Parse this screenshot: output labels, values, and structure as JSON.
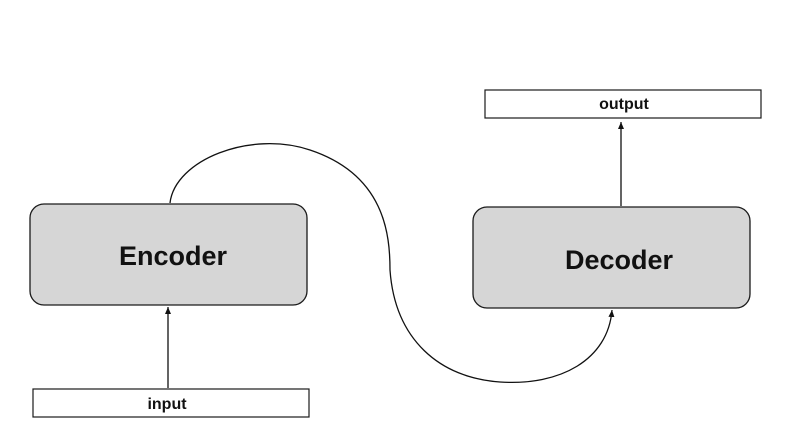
{
  "nodes": {
    "encoder": {
      "label": "Encoder"
    },
    "decoder": {
      "label": "Decoder"
    },
    "input": {
      "label": "input"
    },
    "output": {
      "label": "output"
    }
  },
  "edges": [
    {
      "from": "input",
      "to": "encoder"
    },
    {
      "from": "encoder",
      "to": "decoder"
    },
    {
      "from": "decoder",
      "to": "output"
    }
  ],
  "colors": {
    "node_fill": "#d6d6d6",
    "stroke": "#1a1a1a",
    "label_fill": "#ffffff"
  }
}
